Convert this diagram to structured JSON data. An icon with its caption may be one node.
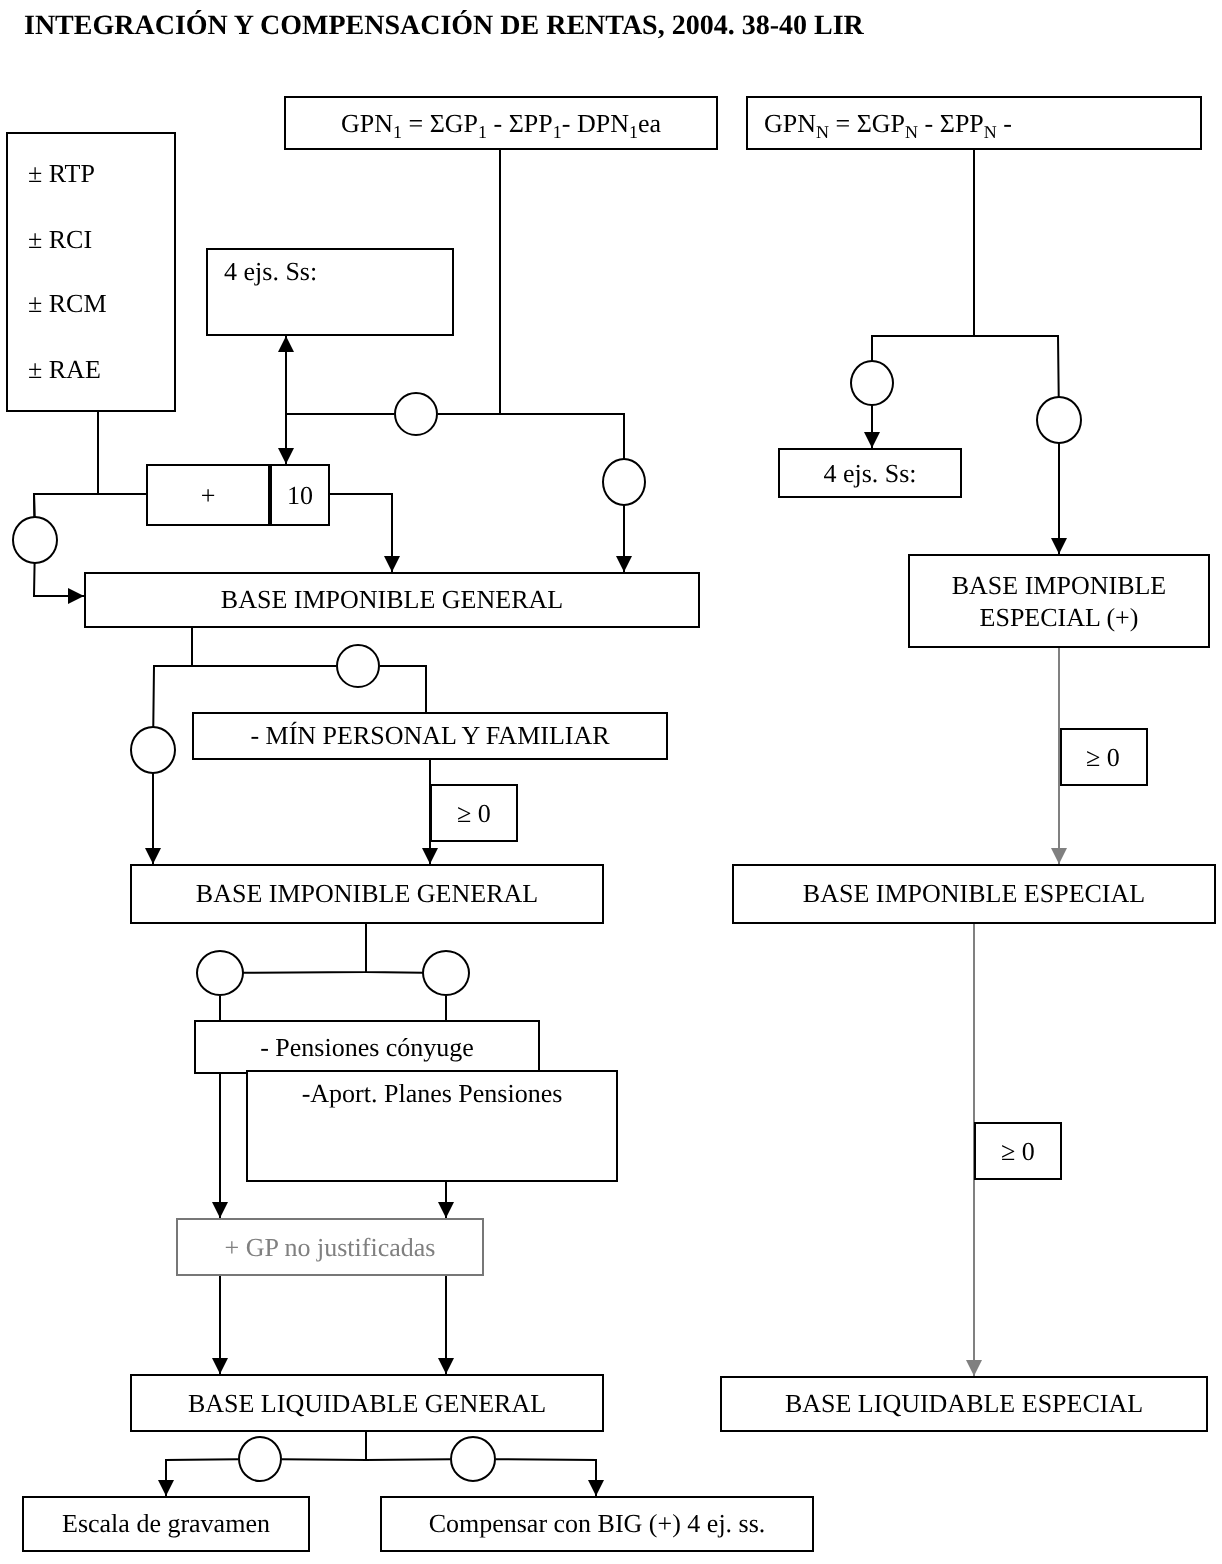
{
  "diagram": {
    "title": "INTEGRACIÓN Y COMPENSACIÓN DE RENTAS, 2004. 38-40 LIR",
    "nodes": [
      {
        "text": [
          "± RTP",
          "± RCI",
          "± RCM",
          "± RAE"
        ]
      },
      {
        "text": [
          "GPN$_{1}$ = ΣGP$_{1}$ - ΣPP$_{1}$- DPN$_{1}$ea"
        ]
      },
      {
        "text": [
          "GPN$_{N}$ = ΣGP$_{N}$ - ΣPP$_{N}$ -"
        ]
      },
      {
        "text": [
          "4 ejs. Ss:"
        ]
      },
      {
        "text": [
          "+"
        ]
      },
      {
        "text": [
          "10"
        ]
      },
      {
        "text": [],
        "shape": "circle"
      },
      {
        "text": [],
        "shape": "circle"
      },
      {
        "text": [],
        "shape": "circle"
      },
      {
        "text": [
          "BASE IMPONIBLE GENERAL"
        ]
      },
      {
        "text": [],
        "shape": "circle"
      },
      {
        "text": [],
        "shape": "circle"
      },
      {
        "text": [
          "4 ejs. Ss:"
        ]
      },
      {
        "text": [
          "BASE IMPONIBLE ESPECIAL (+)"
        ]
      },
      {
        "text": [],
        "shape": "circle"
      },
      {
        "text": [],
        "shape": "circle"
      },
      {
        "text": [
          "- MÍN PERSONAL Y FAMILIAR"
        ]
      },
      {
        "text": [
          "BASE IMPONIBLE GENERAL"
        ]
      },
      {
        "text": [
          "BASE IMPONIBLE ESPECIAL"
        ]
      },
      {
        "text": [],
        "shape": "circle"
      },
      {
        "text": [],
        "shape": "circle"
      },
      {
        "text": [
          "- Pensiones cónyuge"
        ]
      },
      {
        "text": [
          "-Aport. Planes Pensiones"
        ]
      },
      {
        "text": [
          "+ GP no justificadas"
        ]
      },
      {
        "text": [
          "BASE LIQUIDABLE GENERAL"
        ]
      },
      {
        "text": [
          "BASE LIQUIDABLE ESPECIAL"
        ]
      },
      {
        "text": [],
        "shape": "circle"
      },
      {
        "text": [],
        "shape": "circle"
      },
      {
        "text": [
          "Escala de gravamen"
        ]
      },
      {
        "text": [
          "Compensar con BIG (+) 4 ej. ss."
        ]
      }
    ],
    "edges": [
      {
        "from": 0,
        "to": 6,
        "arrow": "none"
      },
      {
        "from": 4,
        "to": 6,
        "arrow": "none"
      },
      {
        "from": 6,
        "to": 9,
        "arrow": "to"
      },
      {
        "from": 5,
        "to": 9,
        "arrow": "to"
      },
      {
        "from": 1,
        "to": 7,
        "arrow": "none"
      },
      {
        "from": 7,
        "to": 3,
        "arrow": "to"
      },
      {
        "from": 7,
        "to": 5,
        "arrow": "to"
      },
      {
        "from": 1,
        "to": 8,
        "arrow": "none"
      },
      {
        "from": 8,
        "to": 9,
        "arrow": "to"
      },
      {
        "from": 2,
        "to": 10,
        "arrow": "none"
      },
      {
        "from": 2,
        "to": 11,
        "arrow": "none"
      },
      {
        "from": 10,
        "to": 12,
        "arrow": "to"
      },
      {
        "from": 11,
        "to": 13,
        "arrow": "to"
      },
      {
        "from": 9,
        "to": 15,
        "arrow": "none"
      },
      {
        "from": 15,
        "to": 17,
        "arrow": "to"
      },
      {
        "from": 9,
        "to": 14,
        "arrow": "none"
      },
      {
        "from": 14,
        "to": 16,
        "arrow": "none"
      },
      {
        "from": 16,
        "to": 17,
        "arrow": "to",
        "label": "≥ 0"
      },
      {
        "from": 13,
        "to": 18,
        "arrow": "to",
        "label": "≥ 0",
        "color": "#808080"
      },
      {
        "from": 17,
        "to": 19,
        "arrow": "none"
      },
      {
        "from": 17,
        "to": 20,
        "arrow": "none"
      },
      {
        "from": 19,
        "to": 21,
        "arrow": "none"
      },
      {
        "from": 20,
        "to": 21,
        "arrow": "none"
      },
      {
        "from": 21,
        "to": 23,
        "arrow": "to"
      },
      {
        "from": 22,
        "to": 23,
        "arrow": "to"
      },
      {
        "from": 18,
        "to": 25,
        "arrow": "to",
        "label": "≥ 0",
        "color": "#808080"
      },
      {
        "from": 23,
        "to": 24,
        "arrow": "to"
      },
      {
        "from": 23,
        "to": 24,
        "arrow": "to"
      },
      {
        "from": 24,
        "to": 26,
        "arrow": "none"
      },
      {
        "from": 24,
        "to": 27,
        "arrow": "none"
      },
      {
        "from": 26,
        "to": 28,
        "arrow": "to"
      },
      {
        "from": 27,
        "to": 29,
        "arrow": "to"
      }
    ]
  }
}
